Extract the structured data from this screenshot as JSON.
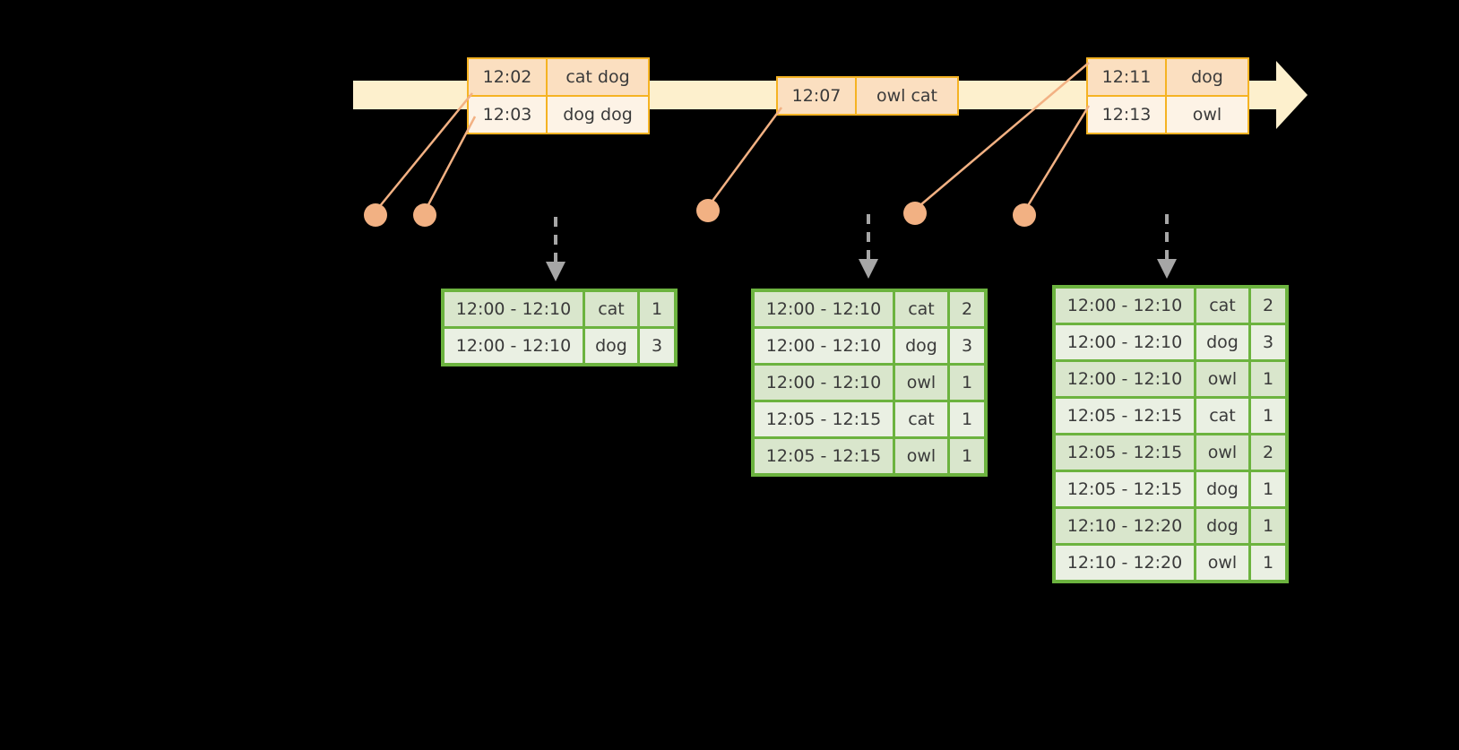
{
  "timeline": {
    "events": [
      {
        "id": "evt-1",
        "rows": [
          {
            "time": "12:02",
            "text": "cat dog"
          },
          {
            "time": "12:03",
            "text": "dog dog"
          }
        ]
      },
      {
        "id": "evt-2",
        "rows": [
          {
            "time": "12:07",
            "text": "owl cat"
          }
        ]
      },
      {
        "id": "evt-3",
        "rows": [
          {
            "time": "12:11",
            "text": "dog"
          },
          {
            "time": "12:13",
            "text": "owl"
          }
        ]
      }
    ]
  },
  "colors": {
    "timeline_bar": "#fdf0cd",
    "timeline_border": "#f5b323",
    "event_shade": "#fbdfc0",
    "event_plain": "#fdf3e6",
    "dot": "#f2b183",
    "connector_line": "#f2b183",
    "table_border": "#6cb33f",
    "table_shade": "#d9e6cc",
    "table_plain": "#eaf0e3",
    "arrow": "#a6a6a6",
    "background": "#000000"
  },
  "tables": [
    {
      "id": "table-1",
      "rows": [
        {
          "window": "12:00 - 12:10",
          "word": "cat",
          "count": "1"
        },
        {
          "window": "12:00 - 12:10",
          "word": "dog",
          "count": "3"
        }
      ]
    },
    {
      "id": "table-2",
      "rows": [
        {
          "window": "12:00 - 12:10",
          "word": "cat",
          "count": "2"
        },
        {
          "window": "12:00 - 12:10",
          "word": "dog",
          "count": "3"
        },
        {
          "window": "12:00 - 12:10",
          "word": "owl",
          "count": "1"
        },
        {
          "window": "12:05 - 12:15",
          "word": "cat",
          "count": "1"
        },
        {
          "window": "12:05 - 12:15",
          "word": "owl",
          "count": "1"
        }
      ]
    },
    {
      "id": "table-3",
      "rows": [
        {
          "window": "12:00 - 12:10",
          "word": "cat",
          "count": "2"
        },
        {
          "window": "12:00 - 12:10",
          "word": "dog",
          "count": "3"
        },
        {
          "window": "12:00 - 12:10",
          "word": "owl",
          "count": "1"
        },
        {
          "window": "12:05 - 12:15",
          "word": "cat",
          "count": "1"
        },
        {
          "window": "12:05 - 12:15",
          "word": "owl",
          "count": "2"
        },
        {
          "window": "12:05 - 12:15",
          "word": "dog",
          "count": "1"
        },
        {
          "window": "12:10 - 12:20",
          "word": "dog",
          "count": "1"
        },
        {
          "window": "12:10 - 12:20",
          "word": "owl",
          "count": "1"
        }
      ]
    }
  ],
  "icons": {
    "timeline_arrow": "arrow-right-icon",
    "down_arrow": "arrow-down-dashed-icon",
    "dot": "event-dot-icon"
  }
}
